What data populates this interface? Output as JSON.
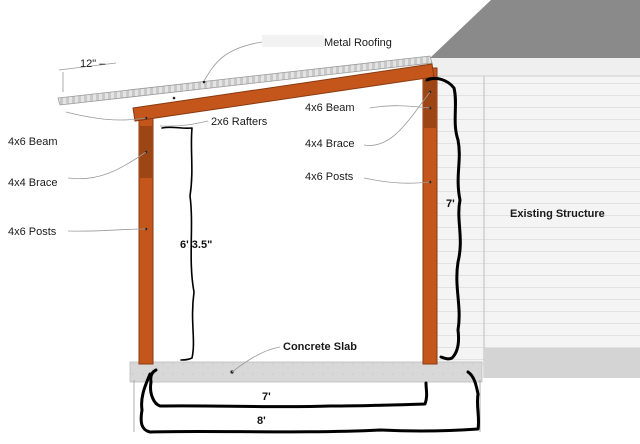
{
  "labels": {
    "metal_roofing": "Metal Roofing",
    "overhang": "12\" –",
    "rafters": "2x6 Rafters",
    "beam_left": "4x6 Beam",
    "brace_left": "4x4 Brace",
    "posts_left": "4x6 Posts",
    "beam_right": "4x6 Beam",
    "brace_right": "4x4 Brace",
    "posts_right": "4x6 Posts",
    "existing_structure": "Existing Structure",
    "concrete_slab": "Concrete Slab"
  },
  "dimensions": {
    "post_height": "7'",
    "clear_height": "6' 3.5\"",
    "inner_width": "7'",
    "outer_width": "8'"
  },
  "colors": {
    "wood": "#c4561c",
    "wood_dark": "#8a3a10",
    "roof_sheet": "#d9d9d9",
    "house_roof": "#8a8a8a",
    "house_wall": "#f3f3f3",
    "slab": "#d6d6d6",
    "markup": "#000000"
  }
}
